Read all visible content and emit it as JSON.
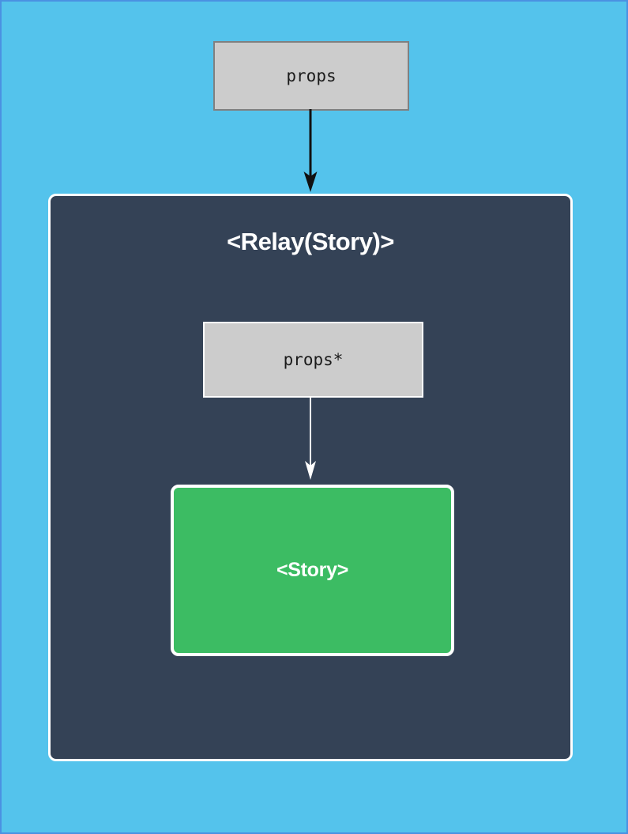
{
  "diagram": {
    "background_color": "#54c3ec",
    "frame_border_color": "#4a91e2",
    "nodes": {
      "props_outer": {
        "label": "props",
        "fill": "#cccccc",
        "stroke": "#808080",
        "text_color": "#1a1a1a"
      },
      "relay_panel": {
        "title": "<Relay(Story)>",
        "fill": "#344256",
        "stroke": "#ffffff",
        "text_color": "#ffffff"
      },
      "props_star": {
        "label": "props*",
        "fill": "#cccccc",
        "stroke": "#ffffff",
        "text_color": "#1a1a1a"
      },
      "story": {
        "label": "<Story>",
        "fill": "#3cbc63",
        "stroke": "#ffffff",
        "text_color": "#ffffff"
      }
    },
    "edges": [
      {
        "name": "props-to-relay",
        "from": "props_outer",
        "to": "relay_panel",
        "color": "#111111",
        "style": "solid",
        "arrowhead": "filled-triangle"
      },
      {
        "name": "propsstar-to-story",
        "from": "props_star",
        "to": "story",
        "color": "#ffffff",
        "style": "solid",
        "arrowhead": "filled-triangle"
      }
    ]
  }
}
